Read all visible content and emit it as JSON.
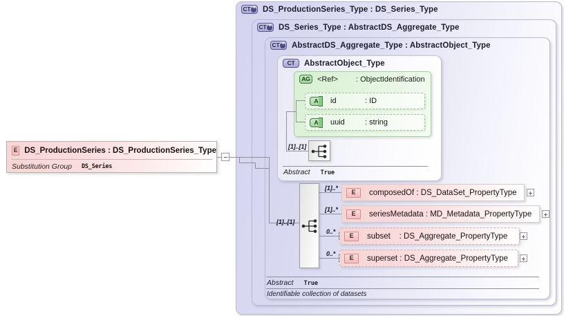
{
  "diagram": {
    "kind": "xsd-schema-diagram",
    "root_element": {
      "icon": "element-icon",
      "title": "DS_ProductionSeries : DS_ProductionSeries_Type",
      "substitution_group_label": "Substitution Group",
      "substitution_group_value": "DS_Series",
      "collapse_icon": "minus-box-icon"
    },
    "panels": [
      {
        "icon": "complextype-plus-icon",
        "title": "DS_ProductionSeries_Type : DS_Series_Type"
      },
      {
        "icon": "complextype-plus-icon",
        "title": "DS_Series_Type : AbstractDS_Aggregate_Type"
      },
      {
        "icon": "complextype-plus-icon",
        "title": "AbstractDS_Aggregate_Type : AbstractObject_Type"
      },
      {
        "icon": "complextype-icon",
        "title": "AbstractObject_Type"
      }
    ],
    "attribute_group": {
      "icon": "attributegroup-icon",
      "ref_label": "<Ref>",
      "type_label": ": ObjectIdentification",
      "attributes": [
        {
          "icon": "attribute-icon",
          "name": "id",
          "type": ": ID"
        },
        {
          "icon": "attribute-icon",
          "name": "uuid",
          "type": ": string"
        }
      ]
    },
    "inner_sequence": {
      "icon": "sequence-icon",
      "cardinality": "[1]..[1]"
    },
    "inner_footer": {
      "abstract_label": "Abstract",
      "abstract_value": "True"
    },
    "outer_sequence": {
      "icon": "sequence-icon",
      "cardinality": "[1]..[1]"
    },
    "elements": [
      {
        "icon": "element-icon",
        "cardinality": "[1]..*",
        "text": "composedOf : DS_DataSet_PropertyType",
        "style": "solid",
        "expander": "plus-box-icon"
      },
      {
        "icon": "element-icon",
        "cardinality": "[1]..*",
        "text": "seriesMetadata : MD_Metadata_PropertyType",
        "style": "solid",
        "expander": "plus-box-icon"
      },
      {
        "icon": "element-icon",
        "cardinality": "0..*",
        "text": "subset    : DS_Aggregate_PropertyType",
        "style": "dashed",
        "expander": "plus-box-icon"
      },
      {
        "icon": "element-icon",
        "cardinality": "0..*",
        "text": "superset : DS_Aggregate_PropertyType",
        "style": "dashed",
        "expander": "plus-box-icon"
      }
    ],
    "outer_footer": {
      "abstract_label": "Abstract",
      "abstract_value": "True",
      "documentation": "Identifiable collection of datasets"
    },
    "badge_labels": {
      "ct": "CT",
      "ag": "AG",
      "a": "A",
      "e": "E"
    },
    "colors": {
      "panel_lavender": "#d4d4f0",
      "attrgroup_green": "#d8f0d3",
      "element_pink": "#f7d4d4",
      "line": "#8f8f9e"
    }
  }
}
